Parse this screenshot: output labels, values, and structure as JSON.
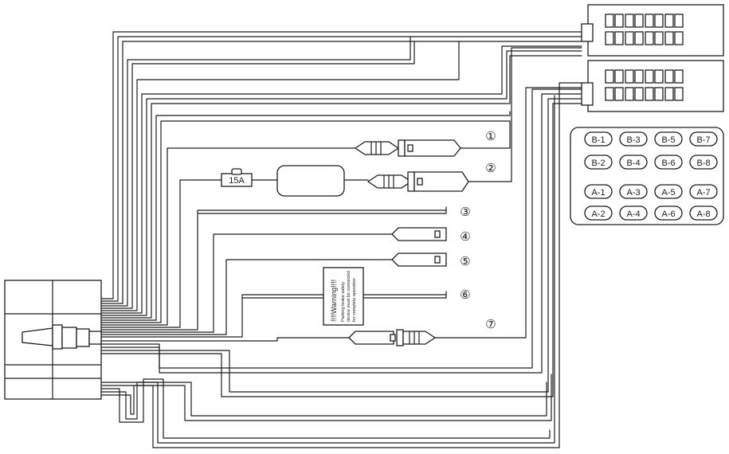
{
  "fuse": {
    "rating": "15A"
  },
  "lead_numbers": [
    "①",
    "②",
    "③",
    "④",
    "⑤",
    "⑥",
    "⑦"
  ],
  "pin_legend": {
    "b_rows": [
      [
        "B-1",
        "B-3",
        "B-5",
        "B-7"
      ],
      [
        "B-2",
        "B-4",
        "B-6",
        "B-8"
      ]
    ],
    "a_rows": [
      [
        "A-1",
        "A-3",
        "A-5",
        "A-7"
      ],
      [
        "A-2",
        "A-4",
        "A-6",
        "A-8"
      ]
    ]
  },
  "warning_label": {
    "title": "!!!!Warning!!!!",
    "line1": "Parking brake safety",
    "line2": "device must be connected",
    "line3": "for complete operation"
  }
}
